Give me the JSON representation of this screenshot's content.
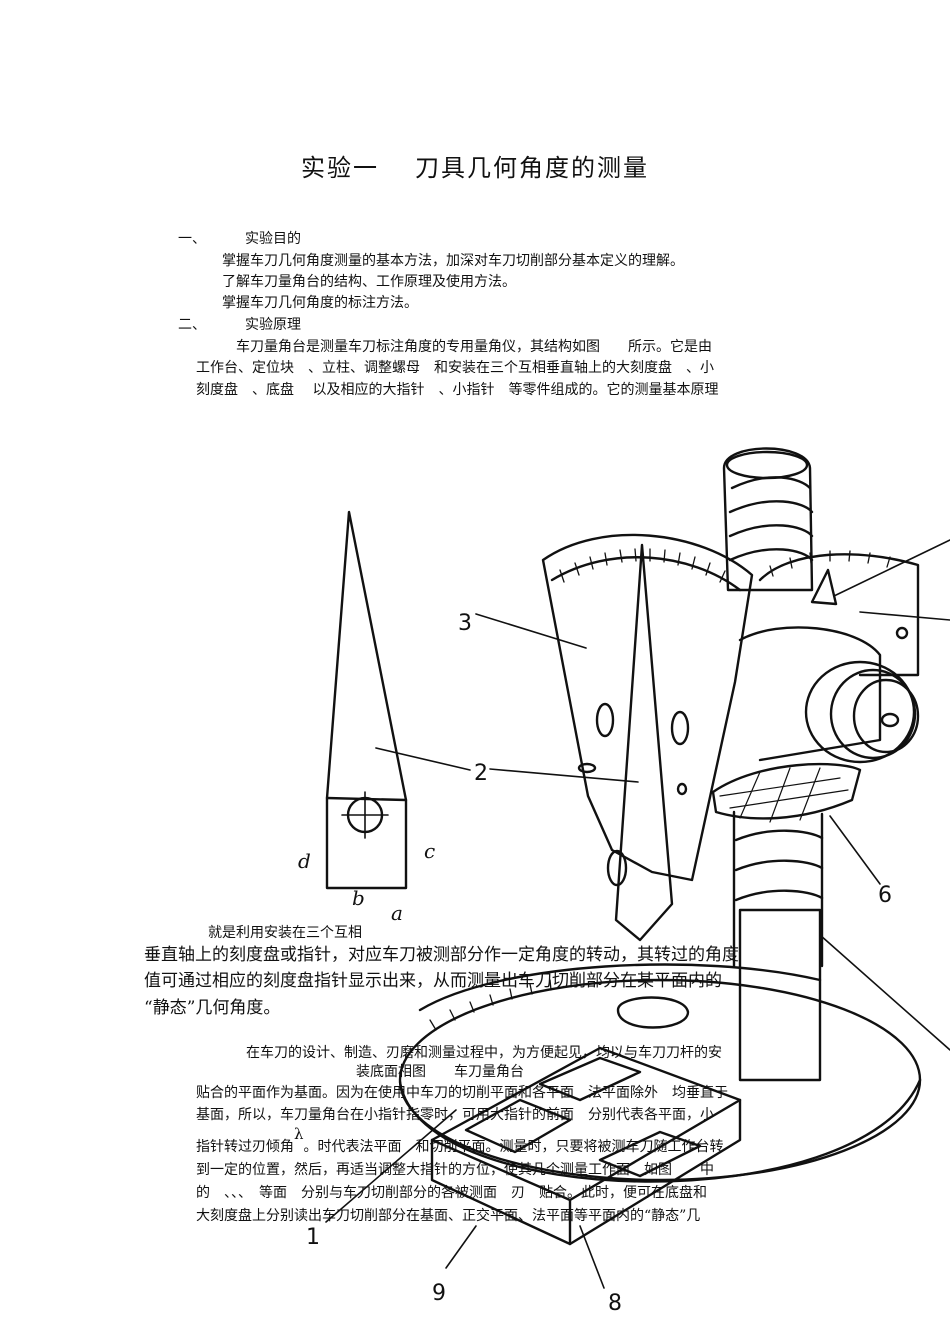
{
  "title": {
    "left": "实验一",
    "right": "刀具几何角度的测量"
  },
  "section1": {
    "num": "一、",
    "heading": "实验目的",
    "items": [
      "掌握车刀几何角度测量的基本方法，加深对车刀切削部分基本定义的理解。",
      "了解车刀量角台的结构、工作原理及使用方法。",
      "掌握车刀几何角度的标注方法。"
    ]
  },
  "section2": {
    "num": "二、",
    "heading": "实验原理",
    "lines": [
      "车刀量角台是测量车刀标注角度的专用量角仪，其结构如图　　所示。它是由",
      "工作台、定位块　、立柱、调整螺母　和安装在三个互相垂直轴上的大刻度盘　、小",
      "刻度盘　、底盘　 以及相应的大指针　、小指针　等零件组成的。它的测量基本原理"
    ]
  },
  "para_continued": {
    "line1": "就是利用安装在三个互相",
    "line2": "垂直轴上的刻度盘或指针，对应车刀被测部分作一定角度的转动，其转过的角度",
    "line3": "值可通过相应的刻度盘指针显示出来，从而测量出车刀切削部分在某平面内的",
    "line4": "“静态”几何角度。"
  },
  "para_design": {
    "line1": "在车刀的设计、制造、刃磨和测量过程中，为方便起见，均以与车刀刀杆的安",
    "caption": "装底面相图　　车刀量角台",
    "line2": "贴合的平面作为基面。因为在使用中车刀的切削平面和各平面　法平面除外　均垂直于",
    "line3": "基面，所以，车刀量角台在小指针指零时，可用大指针的前面　分别代表各平面，小",
    "line4_a": "指针转过刃倾角",
    "lambda": "λ",
    "line4_b": "。时代表法平面　和切削平面。测量时，只要将被测车刀随工作台转",
    "line5": "到一定的位置，然后，再适当调整大指针的方位，使其几个测量工作面　如图　　中",
    "line6": "的　、、、　等面　分别与车刀切削部分的各被测面　刃　贴合。此时，便可在底盘和",
    "line7": "大刻度盘上分别读出车刀切削部分在基面、正交平面、法平面等平面内的“静态”几"
  },
  "figure_labels": {
    "n1": "1",
    "n2": "2",
    "n3": "3",
    "n6": "6",
    "n8": "8",
    "n9": "9",
    "a": "a",
    "b": "b",
    "c": "c",
    "d": "d"
  }
}
